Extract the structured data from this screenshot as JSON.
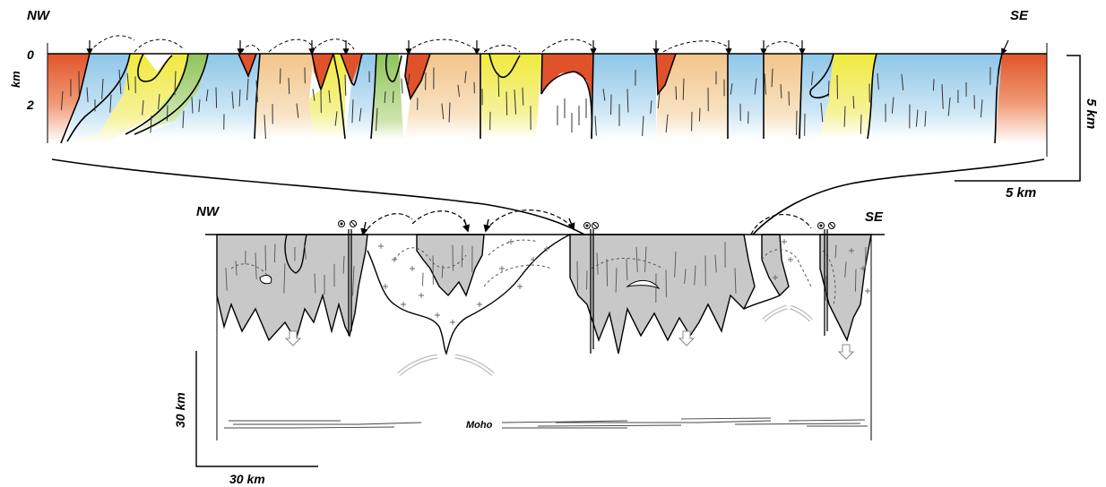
{
  "upper_section": {
    "left_direction": "NW",
    "right_direction": "SE",
    "depth_unit": "km",
    "depth_ticks": [
      "0",
      "2"
    ],
    "vertical_scale": "5 km",
    "horizontal_scale": "5 km"
  },
  "lower_section": {
    "left_direction": "NW",
    "right_direction": "SE",
    "moho_label": "Moho",
    "vertical_scale": "30 km",
    "horizontal_scale": "30 km"
  },
  "colors": {
    "red_unit": "#e0532a",
    "orange_unit": "#f2c48a",
    "yellow_unit": "#f0ea3c",
    "green_unit": "#8fc35a",
    "blue_unit": "#8ec6e8",
    "grey_crust": "#c8c8c8"
  }
}
